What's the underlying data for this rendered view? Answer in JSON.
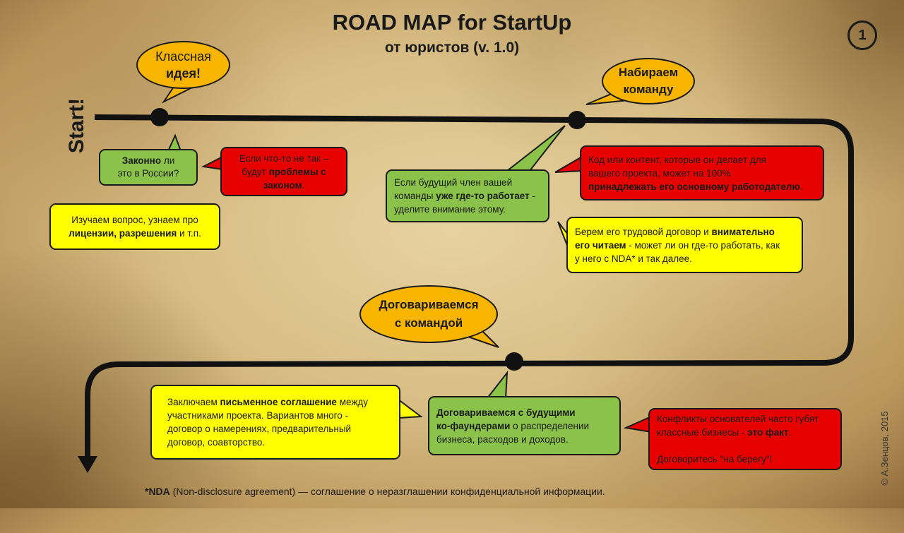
{
  "header": {
    "title": "ROAD MAP for StartUp",
    "subtitle": "от юристов (v. 1.0)",
    "page_number": "1",
    "start_label": "Start!"
  },
  "milestones": {
    "idea": {
      "line1": "Классная",
      "line2": "идея!"
    },
    "team": {
      "line1": "Набираем",
      "line2": "команду"
    },
    "agreement": {
      "line1": "Договариваемся",
      "line2": "с командой"
    }
  },
  "boxes": {
    "legal_check": {
      "p1": "Законно",
      "p2": " ли",
      "p3": "это в России?"
    },
    "legal_problems": {
      "p1": "Если что-то не так –",
      "p2": "будут ",
      "p3": "проблемы с",
      "p4": "законом",
      "p5": "."
    },
    "study": {
      "p1": "Изучаем вопрос,  узнаем про",
      "p2": "лицензии, разрешения",
      "p3": " и т.п."
    },
    "employed": {
      "p1": "Если будущий член вашей",
      "p2": "команды ",
      "p3": "уже где-то работает",
      "p4": " -",
      "p5": "уделите внимание этому."
    },
    "code_owner": {
      "p1": "Код или контент, которые он делает для",
      "p2": "вашего проекта,  может на 100%",
      "p3": "принадлежать его основному работодателю",
      "p4": "."
    },
    "contract": {
      "p1": "Берем его трудовой договор и ",
      "p2": "внимательно",
      "p3": "его читаем",
      "p4": " - может ли он где-то работать, как",
      "p5": "у него с NDA* и так далее."
    },
    "written_agreement": {
      "p1": "Заключаем ",
      "p2": "письменное соглашение",
      "p3": " между",
      "p4": "участниками проекта. Вариантов много -",
      "p5": "договор о намерениях, предварительный",
      "p6": "договор, соавторство."
    },
    "cofounders": {
      "p1": "Договариваемся с будущими",
      "p2": "ко-фаундерами",
      "p3": " о распределении",
      "p4": "бизнеса, расходов и доходов."
    },
    "conflicts": {
      "p1": "Конфликты основателей часто губят",
      "p2": "классные бизнесы - ",
      "p3": "это факт",
      "p4": ".",
      "p5": "Договоритесь \"на берегу\"!"
    }
  },
  "footnote": {
    "bold": "*NDA",
    "text": " (Non-disclosure agreement)  — соглашение о неразглашении конфиденциальной информации."
  },
  "copyright": "© А.Зенцов, 2015",
  "colors": {
    "green": "#8bc34a",
    "red": "#e60000",
    "yellow": "#ffff00",
    "orange": "#f7b500",
    "line": "#111111"
  }
}
